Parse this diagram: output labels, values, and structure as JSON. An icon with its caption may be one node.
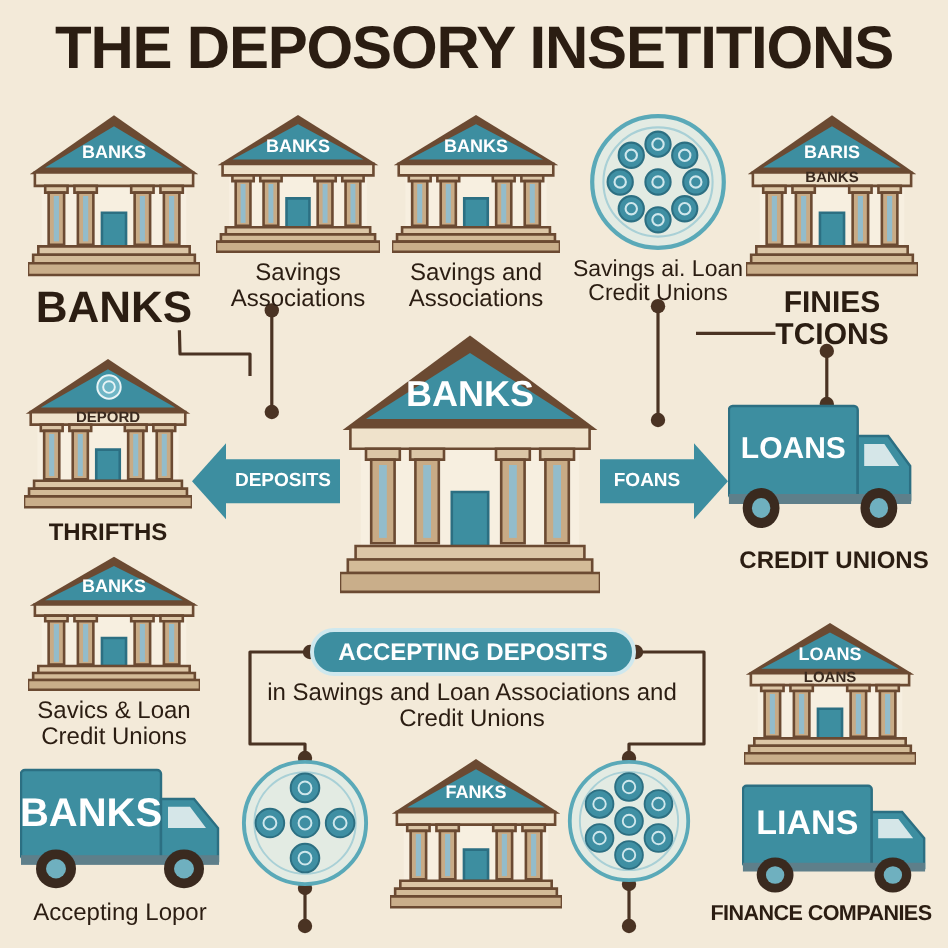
{
  "diagram": {
    "title": "THE DEPOSORY INSETITIONS",
    "nodes": [
      {
        "text": [
          "BANKS"
        ],
        "beside": [
          "BANKS"
        ]
      },
      {
        "text": [
          "BANKS"
        ],
        "beside": [
          "Savings Associations"
        ]
      },
      {
        "text": [
          "BANKS"
        ],
        "beside": [
          "Savings and Associations"
        ]
      },
      {
        "text": [],
        "shape": "circle",
        "beside": [
          "Savings ai. Loan Credit Unions"
        ]
      },
      {
        "text": [
          "BARIS",
          "BANKS"
        ],
        "beside": [
          "FINIES TCIONS"
        ]
      },
      {
        "text": [
          "DEPORD"
        ],
        "beside": [
          "THRIFTHS"
        ]
      },
      {
        "text": [
          "BANKS"
        ]
      },
      {
        "text": [
          "LOANS"
        ],
        "beside": [
          "CREDIT UNIONS"
        ]
      },
      {
        "text": [
          "BANKS"
        ],
        "beside": [
          "Savics & Loan Credit Unions"
        ]
      },
      {
        "text": [
          "ACCEPTING DEPOSITS"
        ]
      },
      {
        "text": [
          "LOANS",
          "LOANS"
        ]
      },
      {
        "text": [
          "BANKS"
        ],
        "beside": [
          "Accepting Lopor"
        ]
      },
      {
        "text": [],
        "shape": "circle"
      },
      {
        "text": [
          "FANKS"
        ]
      },
      {
        "text": [],
        "shape": "circle"
      },
      {
        "text": [
          "LIANS"
        ],
        "beside": [
          "FINANCE COMPANIES"
        ]
      }
    ],
    "edges": [
      {
        "from": 6,
        "to": 5,
        "arrow": "to",
        "label": "DEPOSITS",
        "style": "thick",
        "color": "#3d8ea0"
      },
      {
        "from": 6,
        "to": 7,
        "arrow": "to",
        "label": "FOANS",
        "style": "thick",
        "color": "#3d8ea0"
      },
      {
        "from": 1,
        "to": null,
        "arrow": "other"
      },
      {
        "from": 3,
        "to": null,
        "arrow": "other"
      },
      {
        "from": 9,
        "to": 12,
        "arrow": "other"
      },
      {
        "from": 9,
        "to": 14,
        "arrow": "other"
      },
      {
        "from": 12,
        "to": null,
        "arrow": "other"
      },
      {
        "from": 14,
        "to": null,
        "arrow": "other"
      },
      {
        "from": 0,
        "to": null,
        "arrow": "none"
      },
      {
        "from": 4,
        "to": null,
        "arrow": "none"
      },
      {
        "from": 4,
        "to": 7,
        "arrow": "other"
      }
    ],
    "labels": [
      "in Sawings and Loan Associations and Credit Unions"
    ]
  }
}
